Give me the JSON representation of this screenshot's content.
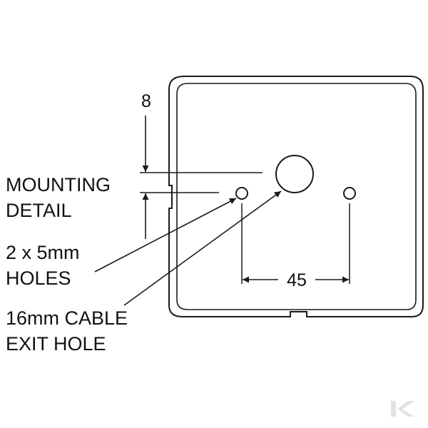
{
  "labels": {
    "dimension_top": "8",
    "dimension_spacing": "45",
    "mounting_line1": "MOUNTING",
    "mounting_line2": "DETAIL",
    "holes_line1": "2 x 5mm",
    "holes_line2": "HOLES",
    "cable_line1": "16mm CABLE",
    "cable_line2": "EXIT HOLE"
  },
  "colors": {
    "line": "#1a1a1a",
    "text": "#111111",
    "watermark": "#e2e2e2",
    "background": "#ffffff"
  },
  "icons": {
    "watermark": "k-logo-watermark"
  }
}
